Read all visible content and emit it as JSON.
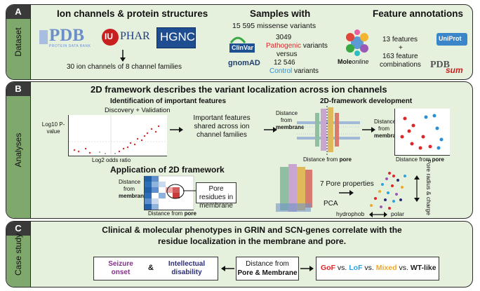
{
  "panel_a": {
    "letter": "A",
    "section_label": "Dataset",
    "ion_channels": {
      "heading": "Ion channels & protein structures",
      "logo_pdb": "PDB",
      "logo_pdb_caption": "PROTEIN DATA BANK",
      "logo_iuphar_mark": "IU",
      "logo_iuphar_text": "PHAR",
      "logo_hgnc": "HGNC",
      "summary": "30 ion channels of 8 channel families"
    },
    "samples": {
      "heading": "Samples with",
      "missense": "15 595 missense variants",
      "logo_clinvar": "ClinVar",
      "logo_gnomad": "gnomAD",
      "pathogenic_count": "3049",
      "pathogenic_label": "Pathogenic",
      "pathogenic_suffix": "variants",
      "versus": "versus",
      "control_count": "12 546",
      "control_label": "Control",
      "control_suffix": "variants"
    },
    "features": {
      "heading": "Feature annotations",
      "line1": "13 features",
      "plus": "+",
      "line2": "163 feature",
      "line3": "combinations",
      "logo_moleonline": "Moleonline",
      "logo_moleonline_bold": "Mole",
      "logo_moleonline_italic": "online",
      "logo_uniprot": "UniProt",
      "logo_pdbsum_1": "PDB",
      "logo_pdbsum_2": "sum"
    }
  },
  "panel_b": {
    "letter": "B",
    "section_label": "Analyses",
    "title": "2D framework describes the variant localization across ion channels",
    "identification_heading": "Identification of important features",
    "discovery_label": "Discovery + Validation",
    "y_axis_label": "Log10 P-value",
    "x_axis_label": "Log2 odds ratio",
    "shared_features": "Important features shared across ion channel families",
    "framework_dev_heading": "2D-framework development",
    "distance_from": "Distance from",
    "membrane": "membrane",
    "distance_from_pore_prefix": "Distance from ",
    "pore": "pore",
    "application_heading": "Application of 2D framework",
    "pore_residues_box": "Pore residues in membrane",
    "pore_properties": "7 Pore properties",
    "pca": "PCA",
    "pore_radius_charge": "Pore radius & charge",
    "hydrophob": "hydrophob",
    "polar": "polar"
  },
  "panel_c": {
    "letter": "C",
    "section_label": "Case study",
    "title_line1": "Clinical & molecular phenotypes in GRIN and SCN-genes correlate with the",
    "title_line2": "residue localization in the membrane and pore.",
    "seizure": "Seizure onset",
    "amp": "&",
    "intellectual": "Intellectual disability",
    "center_line1": "Distance from",
    "center_line2": "Pore & Membrane",
    "gof": "GoF",
    "vs1": " vs. ",
    "lof": "LoF",
    "vs2": " vs. ",
    "mixed": "Mixed",
    "vs3": " vs. ",
    "wt": "WT-like"
  },
  "colors": {
    "panel_bg": "#e6f1dd",
    "sidebar": "#7fa96c",
    "pathogenic": "#e0262a",
    "control": "#2a8fd6",
    "seizure": "#8a2d8f",
    "intellectual": "#2a2d7c",
    "gof": "#e0262a",
    "lof": "#29a3e0",
    "mixed": "#f0a82a",
    "wt": "#222222"
  }
}
